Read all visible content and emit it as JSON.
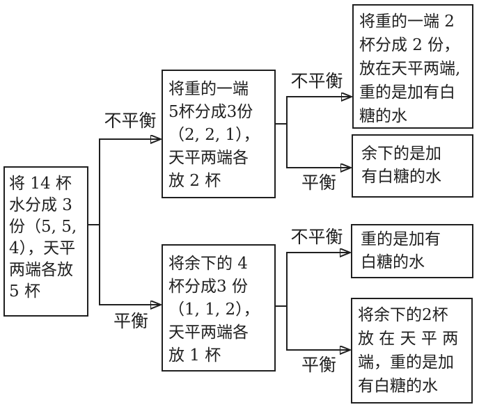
{
  "diagram": {
    "nodes": {
      "root": "将 14 杯\n水分成 3\n份（5, 5,\n4），天平\n两端各放\n5 杯",
      "heavy_five": "将重的一端\n5杯分成3份\n（2, 2, 1），\n天平两端各\n放 2 杯",
      "remaining_four": "将余下的 4\n杯分成3 份\n（1, 1, 2），\n天平两端各\n放 1 杯",
      "heavy_two": "将重的一端 2\n杯分成 2 份，\n放在天平两端,\n重的是加有白\n糖的水",
      "remaining_is_sugar": "余下的是加\n有白糖的水",
      "heavy_is_sugar": "重的是加有\n白糖的水",
      "remaining_two": "将余下的2杯\n放 在 天 平 两\n端，重的是加\n有白糖的水"
    },
    "labels": {
      "unbalanced": "不平衡",
      "balanced": "平衡"
    },
    "colors": {
      "ink": "#1f1f1f",
      "background": "#ffffff"
    }
  }
}
